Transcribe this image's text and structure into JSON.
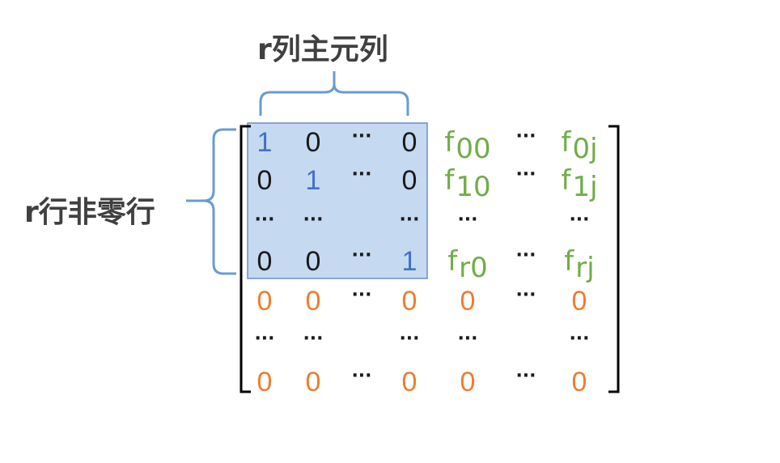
{
  "labels": {
    "column_label": "r列主元列",
    "row_label": "r行非零行"
  },
  "colors": {
    "identity": "#4472C4",
    "zero_rows": "#ED7D31",
    "f_entries": "#70AD47",
    "text": "#1a1a1a",
    "label": "#404040",
    "highlight_fill": "#C5D9F1",
    "highlight_stroke": "#6D8FC4",
    "brace": "#6A9BD1",
    "bracket": "#000000"
  },
  "matrix": {
    "rows": [
      [
        {
          "t": "1",
          "c": "identity"
        },
        {
          "t": "0",
          "c": "text"
        },
        {
          "t": "···",
          "c": "text"
        },
        {
          "t": "0",
          "c": "text"
        },
        {
          "t": "f",
          "s": "00",
          "c": "f_entries"
        },
        {
          "t": "···",
          "c": "text"
        },
        {
          "t": "f",
          "s": "0j",
          "c": "f_entries"
        }
      ],
      [
        {
          "t": "0",
          "c": "text"
        },
        {
          "t": "1",
          "c": "identity"
        },
        {
          "t": "···",
          "c": "text"
        },
        {
          "t": "0",
          "c": "text"
        },
        {
          "t": "f",
          "s": "10",
          "c": "f_entries"
        },
        {
          "t": "···",
          "c": "text"
        },
        {
          "t": "f",
          "s": "1j",
          "c": "f_entries"
        }
      ],
      [
        {
          "t": "···",
          "c": "text"
        },
        {
          "t": "···",
          "c": "text"
        },
        {
          "t": "",
          "c": "text"
        },
        {
          "t": "···",
          "c": "text"
        },
        {
          "t": "···",
          "c": "text"
        },
        {
          "t": "",
          "c": "text"
        },
        {
          "t": "···",
          "c": "text"
        }
      ],
      [
        {
          "t": "0",
          "c": "text"
        },
        {
          "t": "0",
          "c": "text"
        },
        {
          "t": "···",
          "c": "text"
        },
        {
          "t": "1",
          "c": "identity"
        },
        {
          "t": "f",
          "s": "r0",
          "c": "f_entries"
        },
        {
          "t": "···",
          "c": "text"
        },
        {
          "t": "f",
          "s": "rj",
          "c": "f_entries"
        }
      ],
      [
        {
          "t": "0",
          "c": "zero_rows"
        },
        {
          "t": "0",
          "c": "zero_rows"
        },
        {
          "t": "···",
          "c": "text"
        },
        {
          "t": "0",
          "c": "zero_rows"
        },
        {
          "t": "0",
          "c": "zero_rows"
        },
        {
          "t": "···",
          "c": "text"
        },
        {
          "t": "0",
          "c": "zero_rows"
        }
      ],
      [
        {
          "t": "···",
          "c": "text"
        },
        {
          "t": "···",
          "c": "text"
        },
        {
          "t": "",
          "c": "text"
        },
        {
          "t": "···",
          "c": "text"
        },
        {
          "t": "···",
          "c": "text"
        },
        {
          "t": "",
          "c": "text"
        },
        {
          "t": "···",
          "c": "text"
        }
      ],
      [
        {
          "t": "0",
          "c": "zero_rows"
        },
        {
          "t": "0",
          "c": "zero_rows"
        },
        {
          "t": "···",
          "c": "text"
        },
        {
          "t": "0",
          "c": "zero_rows"
        },
        {
          "t": "0",
          "c": "zero_rows"
        },
        {
          "t": "···",
          "c": "text"
        },
        {
          "t": "0",
          "c": "zero_rows"
        }
      ]
    ]
  }
}
